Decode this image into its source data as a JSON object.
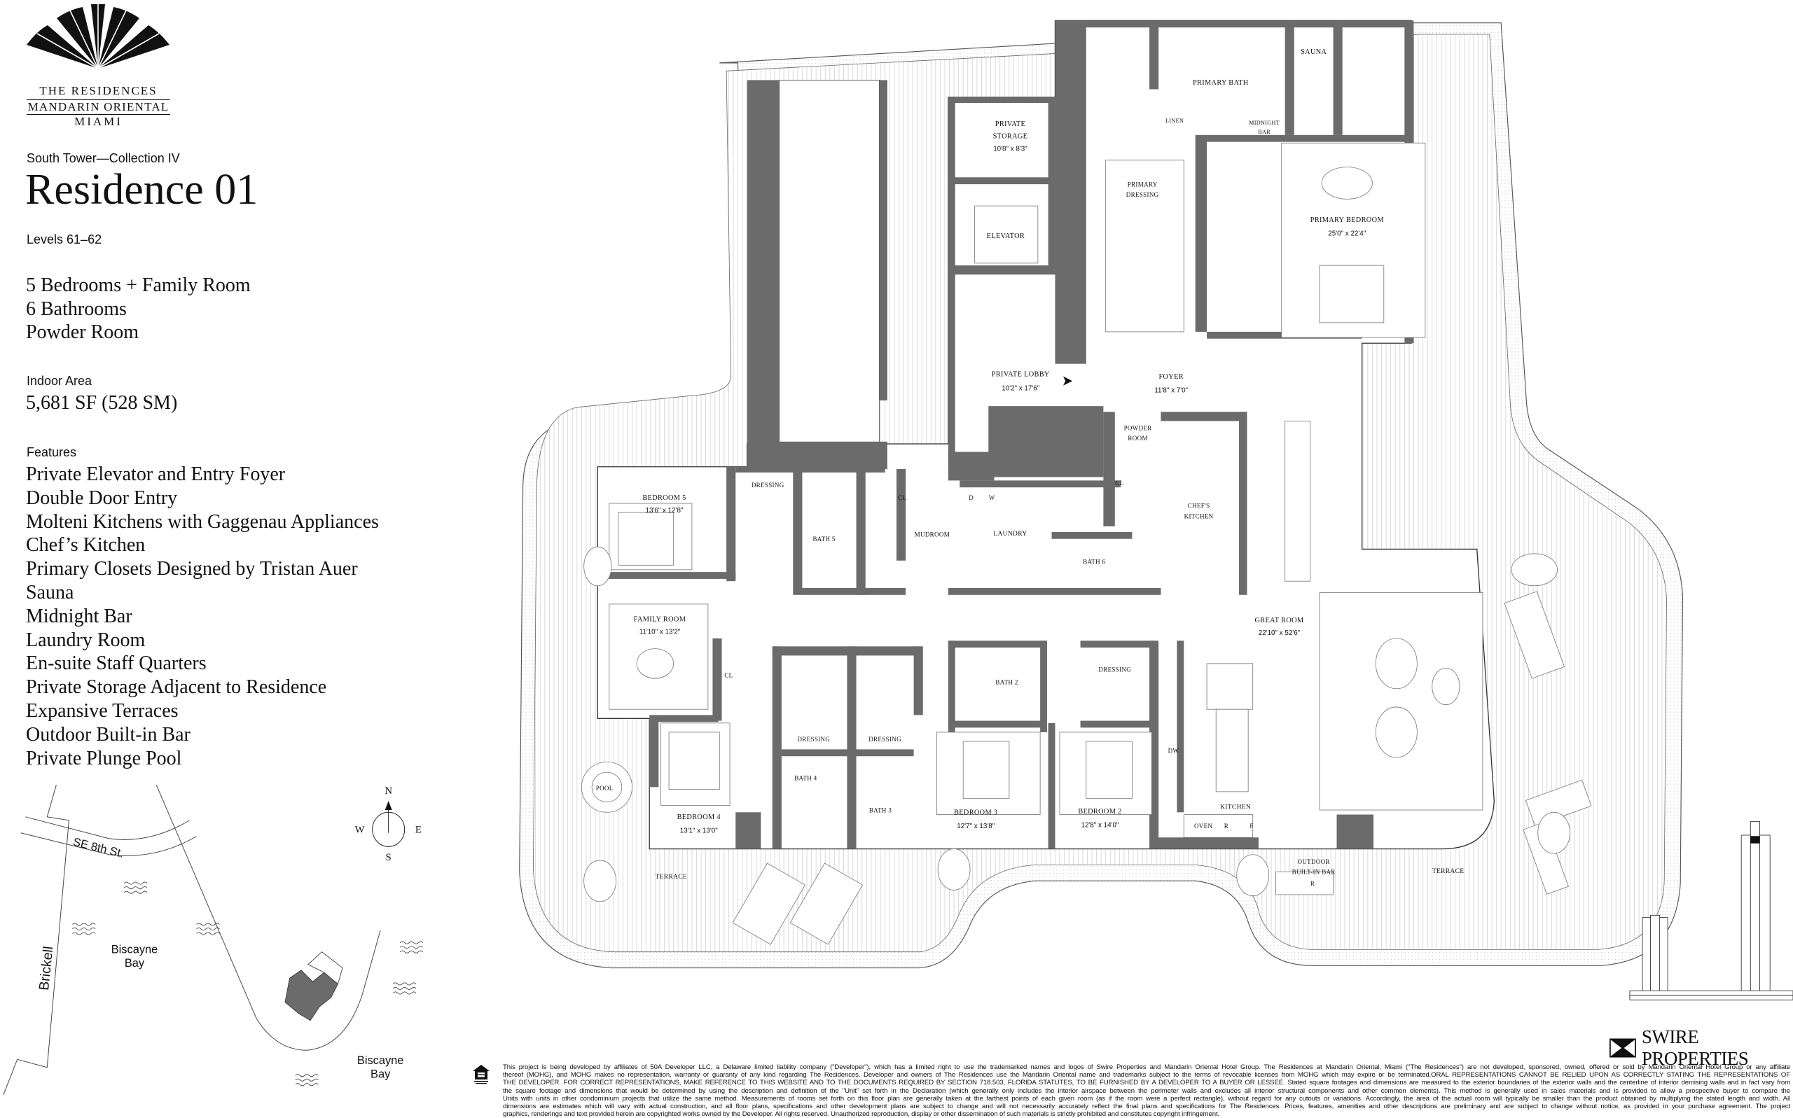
{
  "brand": {
    "line1": "THE RESIDENCES",
    "line2": "MANDARIN ORIENTAL",
    "line3": "MIAMI"
  },
  "header": {
    "subtitle": "South Tower—Collection IV",
    "title": "Residence 01",
    "levels": "Levels 61–62"
  },
  "specs": [
    "5 Bedrooms + Family Room",
    "6 Bathrooms",
    "Powder Room"
  ],
  "area": {
    "label": "Indoor Area",
    "value": "5,681 SF (528 SM)"
  },
  "features": {
    "label": "Features",
    "items": [
      "Private Elevator and Entry Foyer",
      "Double Door Entry",
      "Molteni Kitchens with Gaggenau Appliances",
      "Chef’s Kitchen",
      "Primary Closets Designed by Tristan Auer",
      "Sauna",
      "Midnight Bar",
      "Laundry Room",
      "En-suite Staff Quarters",
      "Private Storage Adjacent to Residence",
      "Expansive Terraces",
      "Outdoor Built-in Bar",
      "Private Plunge Pool"
    ]
  },
  "rooms": [
    {
      "name": "PRIVATE",
      "name2": "STORAGE",
      "dims": "10'8\" x 8'3\""
    },
    {
      "name": "ELEVATOR"
    },
    {
      "name": "PRIMARY BATH"
    },
    {
      "name": "SAUNA"
    },
    {
      "name": "LINEN"
    },
    {
      "name": "MIDNIGHT",
      "name2": "BAR"
    },
    {
      "name": "PRIMARY",
      "name2": "DRESSING"
    },
    {
      "name": "PRIMARY BEDROOM",
      "dims": "25'0\" x 22'4\""
    },
    {
      "name": "PRIVATE LOBBY",
      "dims": "10'2\" x 17'6\""
    },
    {
      "name": "FOYER",
      "dims": "11'8\" x 7'0\""
    },
    {
      "name": "POWDER",
      "name2": "ROOM"
    },
    {
      "name": "CL"
    },
    {
      "name": "CHEF'S",
      "name2": "KITCHEN"
    },
    {
      "name": "BEDROOM 5",
      "dims": "13'6\" x 12'8\""
    },
    {
      "name": "DRESSING"
    },
    {
      "name": "BATH 5"
    },
    {
      "name": "CL"
    },
    {
      "name": "MUDROOM"
    },
    {
      "name": "D"
    },
    {
      "name": "W"
    },
    {
      "name": "LAUNDRY"
    },
    {
      "name": "BATH 6"
    },
    {
      "name": "FAMILY ROOM",
      "dims": "11'10\" x 13'2\""
    },
    {
      "name": "CL"
    },
    {
      "name": "GREAT ROOM",
      "dims": "22'10\" x 52'6\""
    },
    {
      "name": "BATH 2"
    },
    {
      "name": "DRESSING"
    },
    {
      "name": "DRESSING"
    },
    {
      "name": "DRESSING"
    },
    {
      "name": "BATH 4"
    },
    {
      "name": "BATH 3"
    },
    {
      "name": "POOL"
    },
    {
      "name": "BEDROOM 4",
      "dims": "13'1\" x 13'0\""
    },
    {
      "name": "BEDROOM 3",
      "dims": "12'7\" x 13'8\""
    },
    {
      "name": "BEDROOM 2",
      "dims": "12'8\" x 14'0\""
    },
    {
      "name": "DW"
    },
    {
      "name": "KITCHEN"
    },
    {
      "name": "OVEN"
    },
    {
      "name": "R"
    },
    {
      "name": "F"
    },
    {
      "name": "OUTDOOR",
      "name2": "BUILT-IN BAR"
    },
    {
      "name": "R"
    },
    {
      "name": "TERRACE"
    },
    {
      "name": "TERRACE"
    }
  ],
  "map": {
    "street": "SE 8th St.",
    "avenue": "Brickell",
    "bay1": [
      "Biscayne",
      "Bay"
    ],
    "bay2": [
      "Biscayne",
      "Bay"
    ]
  },
  "compass": {
    "n": "N",
    "s": "S",
    "e": "E",
    "w": "W"
  },
  "developer": {
    "name": "SWIRE PROPERTIES"
  },
  "colors": {
    "wall": "#6b6b6b",
    "ink": "#111111"
  },
  "disclaimer": [
    "This project is being developed by affiliates of 50A Developer LLC, a Delaware limited liability company (\"Developer\"), which has a limited right to use the trademarked names and logos of Swire Properties and Mandarin Oriental Hotel Group.  The Residences at Mandarin Oriental, Miami (\"The Residences\") are not developed, sponsored, owned, offered or sold by Mandarin Oriental Hotel Group or any affiliate",
    "thereof (MOHG), and MOHG makes no representation, warranty or guaranty of any kind regarding The Residences. Developer and owners of The Residences use the Mandarin Oriental name and trademarks subject to the terms of revocable licenses from MOHG which may expire or be terminated.ORAL REPRESENTATIONS CANNOT BE RELIED UPON AS CORRECTLY STATING THE REPRESENTATIONS OF",
    "THE DEVELOPER.  FOR CORRECT REPRESENTATIONS, MAKE REFERENCE TO THIS WEBSITE AND TO THE DOCUMENTS REQUIRED BY SECTION 718.503, FLORIDA STATUTES, TO BE FURNISHED BY A DEVELOPER TO A BUYER OR LESSEE.  Stated square footages and dimensions are measured to the exterior boundaries of the exterior walls and the centerline of interior demising walls and in fact vary from",
    "the square footage and dimensions that would be determined by using the description and definition of the \"Unit\" set forth in the Declaration (which generally only includes the interior airspace between the perimeter walls and excludes all interior structural components and other common elements). This method is generally used in sales materials and is provided to allow a prospective buyer to compare the",
    "Units with units in other condominium projects that utilize the same method. Measurements of rooms set forth on this floor plan are generally taken at the farthest points of each given room (as if the room were a perfect rectangle), without regard for any cutouts or variations.  Accordingly, the area of the actual room will typically be smaller than the product obtained by multiplying the stated length and width.  All",
    "dimensions are estimates which will vary with actual construction, and all floor plans, specifications and other development plans are subject to change and will not necessarily accurately reflect the final plans and specifications for The Residences. Prices, features, amenities and other descriptions are preliminary and are subject to change without notice, as provided in your purchase agreement. The project",
    "graphics, renderings and text provided herein are copyrighted works owned by the Developer. All rights reserved. Unauthorized reproduction, display or other dissemination of such materials is strictly prohibited and constitutes copyright infringement."
  ]
}
